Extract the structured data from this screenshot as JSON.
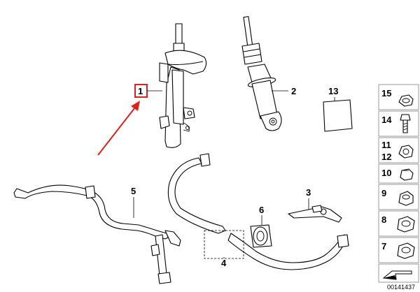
{
  "callouts": {
    "p1": "1",
    "p2": "2",
    "p3": "3",
    "p4": "4",
    "p5": "5",
    "p6": "6",
    "p13": "13"
  },
  "sidebar": {
    "items": [
      {
        "label": "15",
        "icon": "nut-icon"
      },
      {
        "label": "14",
        "icon": "bolt-icon"
      },
      {
        "label": "11",
        "icon": "nut-icon"
      },
      {
        "label": "12",
        "icon": "nut-icon"
      },
      {
        "label": "10",
        "icon": "nut-icon"
      },
      {
        "label": "9",
        "icon": "nut-icon"
      },
      {
        "label": "8",
        "icon": "nut-icon"
      },
      {
        "label": "7",
        "icon": "nut-icon"
      }
    ]
  },
  "doc_number": "00141437",
  "colors": {
    "highlight": "#e0211b",
    "outline": "#000000",
    "cell_border": "#9a9a9a"
  }
}
